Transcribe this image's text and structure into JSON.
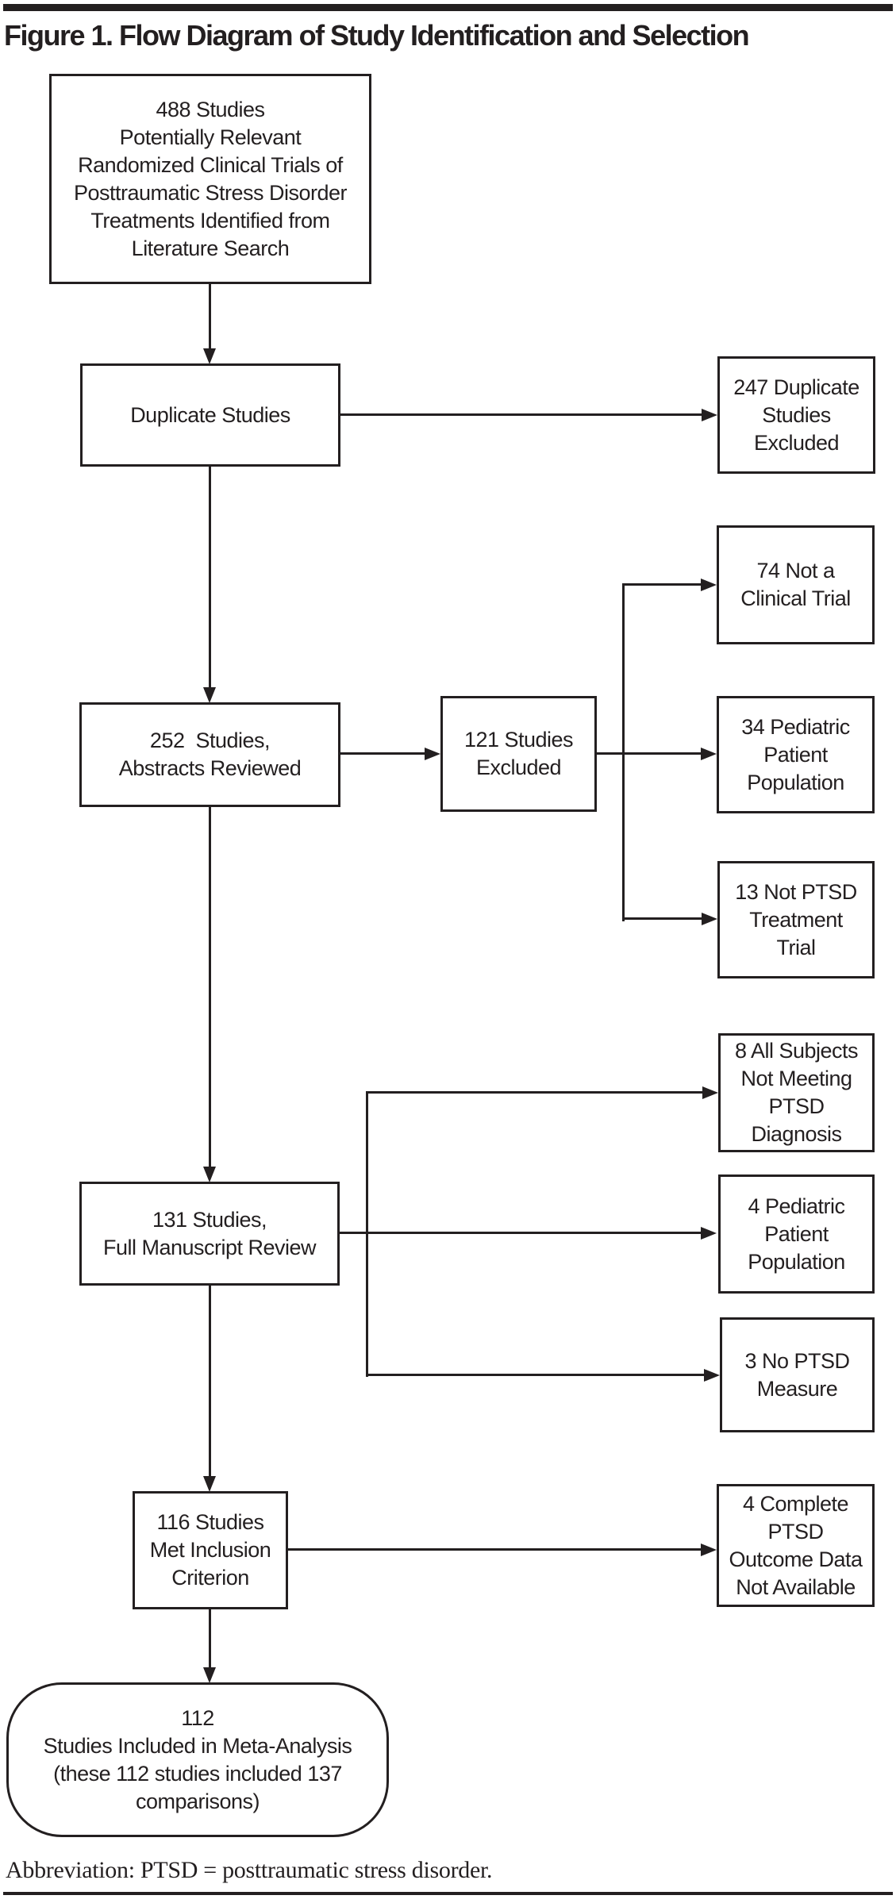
{
  "colors": {
    "ink": "#231F20",
    "background": "#FFFFFF"
  },
  "figure": {
    "title": "Figure 1. Flow Diagram of Study Identification and Selection",
    "abbreviation": "Abbreviation: PTSD = posttraumatic stress disorder."
  },
  "nodes": {
    "identified": {
      "count": 488,
      "label": "488 Studies\nPotentially Relevant\nRandomized Clinical Trials of\nPosttraumatic Stress Disorder\nTreatments Identified from\nLiterature Search"
    },
    "duplicate_studies": {
      "label": "Duplicate Studies"
    },
    "duplicates_excluded": {
      "count": 247,
      "label": "247 Duplicate\nStudies\nExcluded"
    },
    "abstracts_reviewed": {
      "count": 252,
      "label": "252  Studies,\nAbstracts Reviewed"
    },
    "studies_excluded": {
      "count": 121,
      "label": "121 Studies\nExcluded"
    },
    "not_clinical_trial": {
      "count": 74,
      "label": "74 Not a\nClinical Trial"
    },
    "pediatric_population_abstract": {
      "count": 34,
      "label": "34 Pediatric\nPatient\nPopulation"
    },
    "not_ptsd_treatment_trial": {
      "count": 13,
      "label": "13 Not PTSD\nTreatment\nTrial"
    },
    "full_manuscript_review": {
      "count": 131,
      "label": "131 Studies,\nFull Manuscript Review"
    },
    "not_meeting_ptsd_diagnosis": {
      "count": 8,
      "label": "8 All Subjects\nNot Meeting\nPTSD\nDiagnosis"
    },
    "pediatric_population_full": {
      "count": 4,
      "label": "4 Pediatric\nPatient\nPopulation"
    },
    "no_ptsd_measure": {
      "count": 3,
      "label": "3 No PTSD\nMeasure"
    },
    "met_inclusion_criterion": {
      "count": 116,
      "label": "116 Studies\nMet Inclusion\nCriterion"
    },
    "outcome_data_not_available": {
      "count": 4,
      "label": "4 Complete\nPTSD\nOutcome Data\nNot Available"
    },
    "included_in_meta_analysis": {
      "count": 112,
      "label": "112\nStudies Included in Meta-Analysis\n(these 112 studies included 137\ncomparisons)"
    }
  }
}
